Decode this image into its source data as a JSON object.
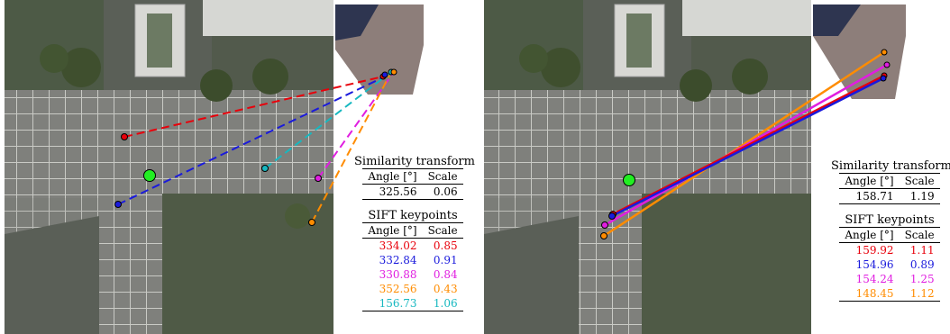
{
  "left": {
    "similarity": {
      "title": "Similarity transform",
      "headers": [
        "Angle [°]",
        "Scale"
      ],
      "row": [
        "325.56",
        "0.06"
      ]
    },
    "sift": {
      "title": "SIFT keypoints",
      "headers": [
        "Angle [°]",
        "Scale"
      ],
      "rows": [
        {
          "angle": "334.02",
          "scale": "0.85",
          "color": "#e8000b"
        },
        {
          "angle": "332.84",
          "scale": "0.91",
          "color": "#1a1adc"
        },
        {
          "angle": "330.88",
          "scale": "0.84",
          "color": "#e01ee0"
        },
        {
          "angle": "352.56",
          "scale": "0.43",
          "color": "#ff8c00"
        },
        {
          "angle": "156.73",
          "scale": "1.06",
          "color": "#17b8c0"
        }
      ]
    }
  },
  "right": {
    "similarity": {
      "title": "Similarity transform",
      "headers": [
        "Angle [°]",
        "Scale"
      ],
      "row": [
        "158.71",
        "1.19"
      ]
    },
    "sift": {
      "title": "SIFT keypoints",
      "headers": [
        "Angle [°]",
        "Scale"
      ],
      "rows": [
        {
          "angle": "159.92",
          "scale": "1.11",
          "color": "#e8000b"
        },
        {
          "angle": "154.96",
          "scale": "0.89",
          "color": "#1a1adc"
        },
        {
          "angle": "154.24",
          "scale": "1.25",
          "color": "#e01ee0"
        },
        {
          "angle": "148.45",
          "scale": "1.12",
          "color": "#ff8c00"
        }
      ]
    }
  },
  "colors": {
    "red": "#e8000b",
    "blue": "#1a1adc",
    "magenta": "#e01ee0",
    "orange": "#ff8c00",
    "cyan": "#17b8c0",
    "center": "#22ee22"
  }
}
